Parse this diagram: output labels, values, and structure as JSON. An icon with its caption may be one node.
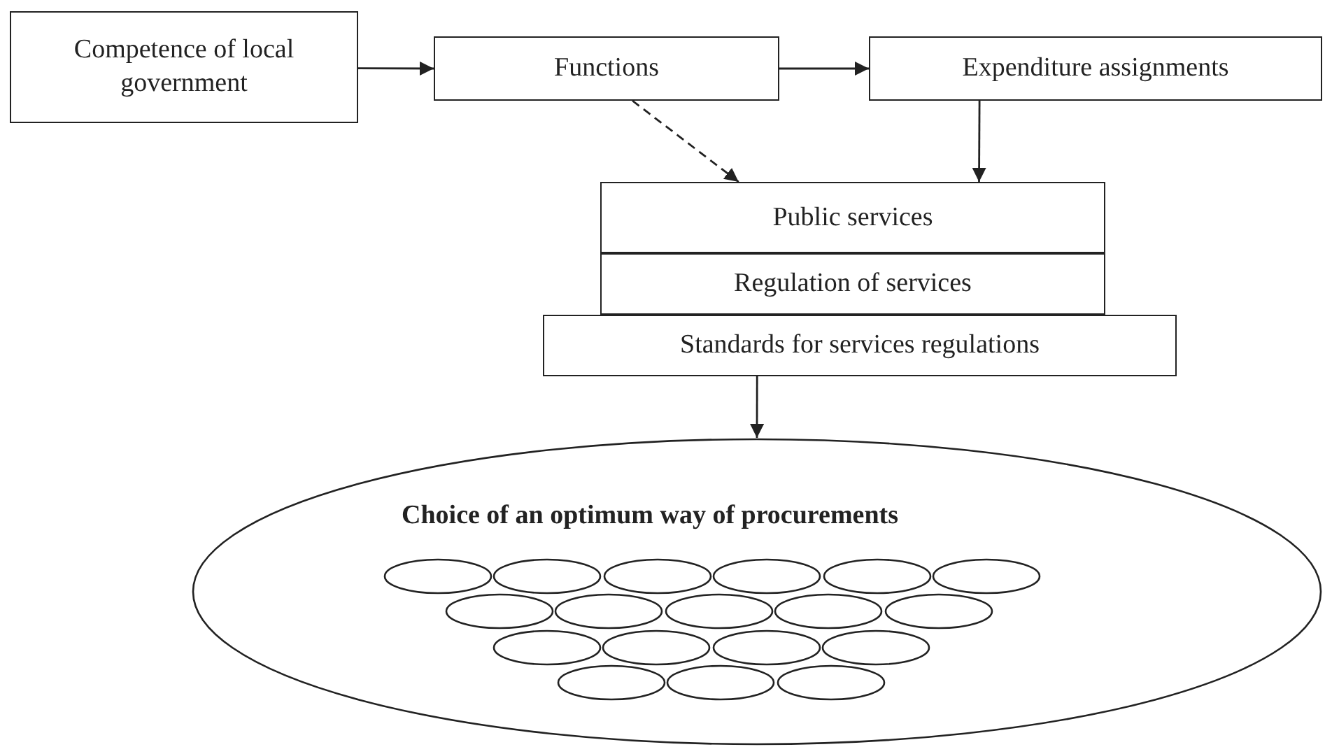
{
  "diagram": {
    "nodes": [
      {
        "text": [
          "Competence of local government"
        ]
      },
      {
        "text": [
          "Functions"
        ]
      },
      {
        "text": [
          "Expenditure assignments"
        ]
      },
      {
        "text": [
          "Public services"
        ]
      },
      {
        "text": [
          "Regulation of services"
        ]
      },
      {
        "text": [
          "Standards for  services regulations"
        ]
      },
      {
        "text": [
          "Choice of an optimum way of procurements"
        ]
      },
      {
        "text": [],
        "shape": "ellipse",
        "in": 6
      },
      {
        "text": [],
        "shape": "ellipse",
        "in": 6
      },
      {
        "text": [],
        "shape": "ellipse",
        "in": 6
      },
      {
        "text": [],
        "shape": "ellipse",
        "in": 6
      },
      {
        "text": [],
        "shape": "ellipse",
        "in": 6
      },
      {
        "text": [],
        "shape": "ellipse",
        "in": 6
      },
      {
        "text": [],
        "shape": "ellipse",
        "in": 6
      },
      {
        "text": [],
        "shape": "ellipse",
        "in": 6
      },
      {
        "text": [],
        "shape": "ellipse",
        "in": 6
      },
      {
        "text": [],
        "shape": "ellipse",
        "in": 6
      },
      {
        "text": [],
        "shape": "ellipse",
        "in": 6
      },
      {
        "text": [],
        "shape": "ellipse",
        "in": 6
      },
      {
        "text": [],
        "shape": "ellipse",
        "in": 6
      },
      {
        "text": [],
        "shape": "ellipse",
        "in": 6
      },
      {
        "text": [],
        "shape": "ellipse",
        "in": 6
      },
      {
        "text": [],
        "shape": "ellipse",
        "in": 6
      },
      {
        "text": [],
        "shape": "ellipse",
        "in": 6
      },
      {
        "text": [],
        "shape": "ellipse",
        "in": 6
      }
    ],
    "edges": [
      {
        "from": 0,
        "to": 1,
        "arrow": "to"
      },
      {
        "from": 1,
        "to": 2,
        "arrow": "to"
      },
      {
        "from": 1,
        "to": 3,
        "arrow": "to",
        "style": "dashed"
      },
      {
        "from": 2,
        "to": 3,
        "arrow": "to"
      },
      {
        "from": 5,
        "to": 6,
        "arrow": "to"
      }
    ]
  }
}
